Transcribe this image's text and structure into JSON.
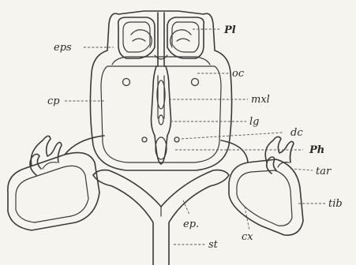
{
  "labels": {
    "Pl": "Pl",
    "eps": "eps",
    "oc": "oc",
    "cp": "cp",
    "mxl": "mxl",
    "lg": "lg",
    "dc": "dc",
    "Ph": "Ph",
    "tar": "tar",
    "tib": "tib",
    "ep": "ep.",
    "cx": "cx",
    "st": "st"
  }
}
